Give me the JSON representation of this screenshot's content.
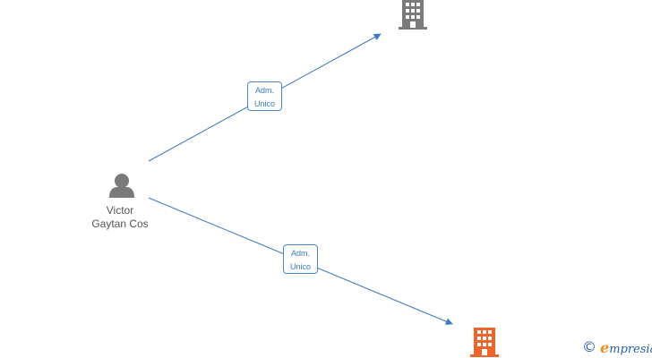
{
  "person": {
    "name_line1": "Victor",
    "name_line2": "Gaytan Cos"
  },
  "edges": [
    {
      "role_line1": "Adm.",
      "role_line2": "Unico",
      "target": "company-gray"
    },
    {
      "role_line1": "Adm.",
      "role_line2": "Unico",
      "target": "company-orange"
    }
  ],
  "colors": {
    "edge": "#3a78c0",
    "person_icon": "#7a7a7a",
    "company_gray": "#7a7a7a",
    "company_orange": "#f0642c",
    "brand_blue": "#2a5f9e",
    "brand_orange": "#f08a1c"
  },
  "icons": {
    "person": "person-icon",
    "company": "building-icon",
    "copyright": "copyright-icon"
  },
  "brand": {
    "copyright_symbol": "©",
    "first_letter": "e",
    "rest": "mpresia"
  }
}
